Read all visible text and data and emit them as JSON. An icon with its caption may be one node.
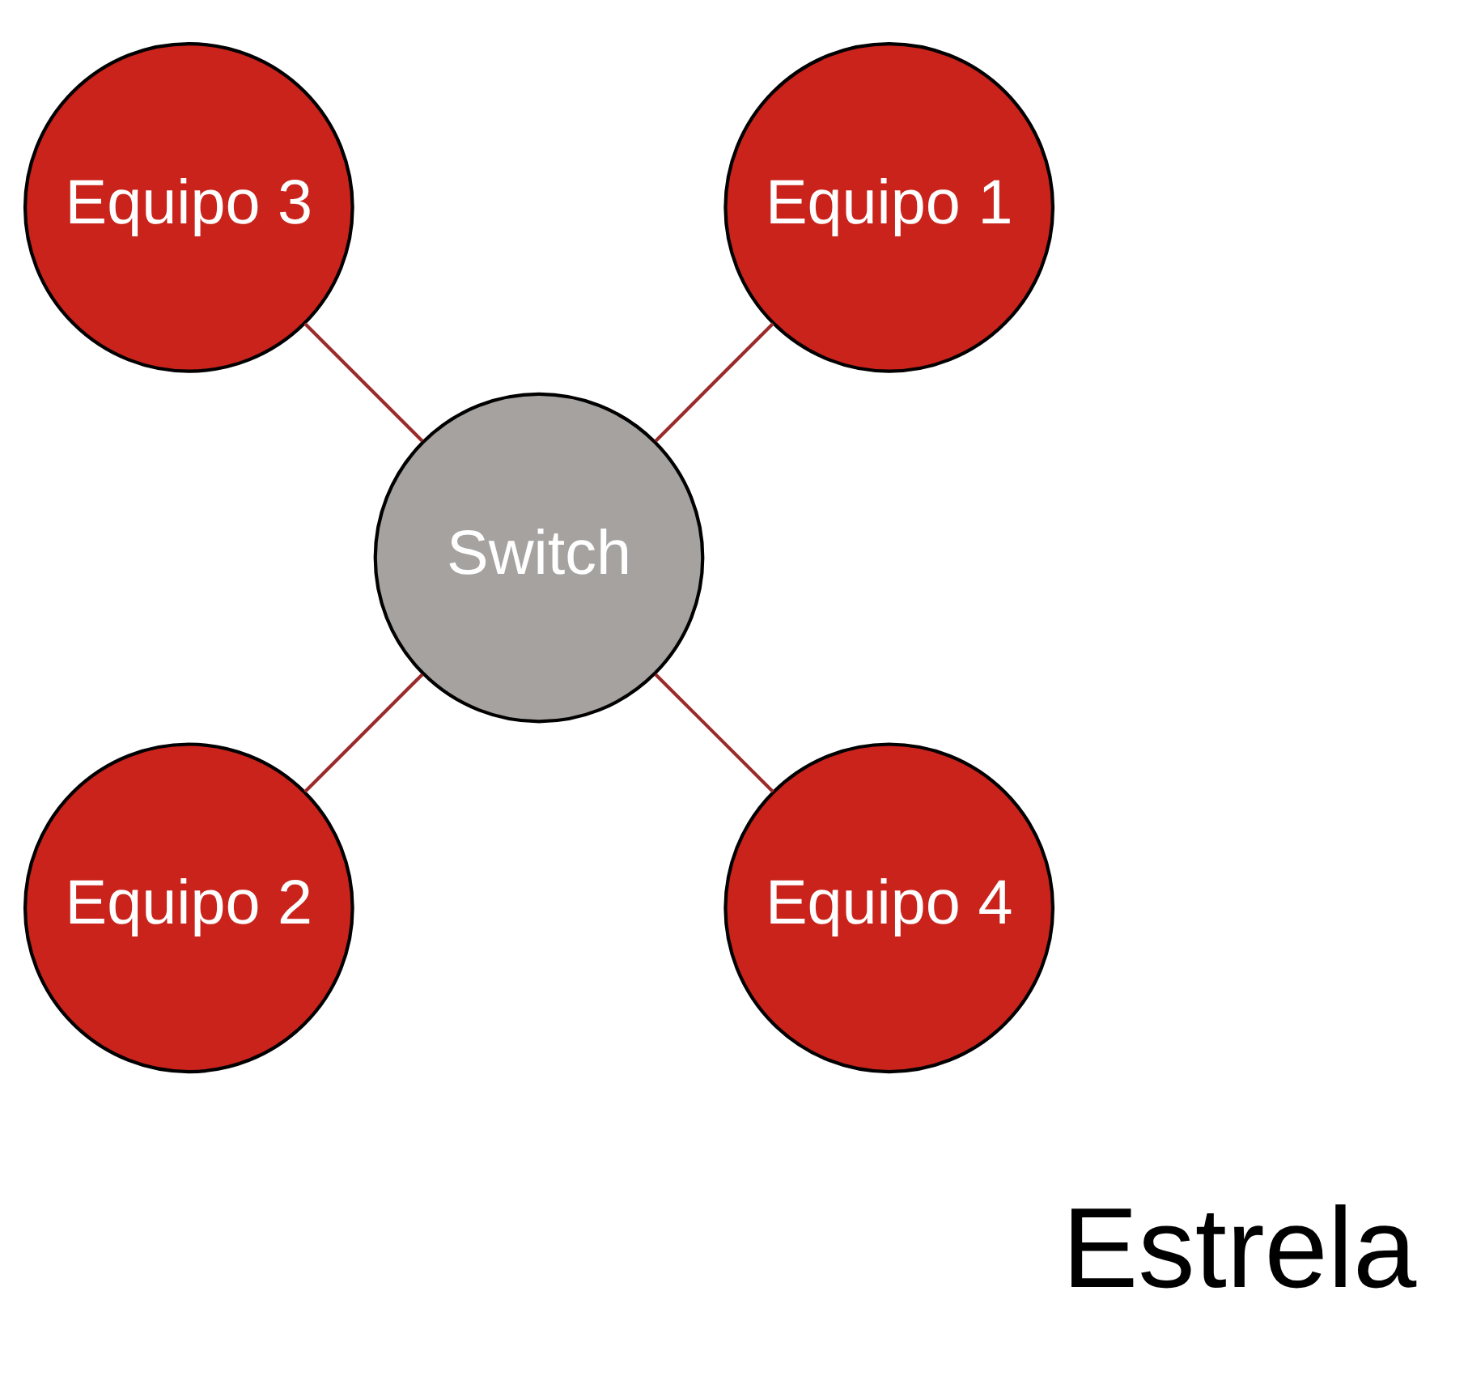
{
  "diagram": {
    "nodes": [
      {
        "text": [
          "Equipo 1"
        ]
      },
      {
        "text": [
          "Equipo 3"
        ]
      },
      {
        "text": [
          "Switch"
        ]
      },
      {
        "text": [
          "Equipo 2"
        ]
      },
      {
        "text": [
          "Equipo 4"
        ]
      }
    ],
    "edges": [
      {
        "from": 2,
        "to": 0,
        "arrow": "none"
      },
      {
        "from": 2,
        "to": 3,
        "arrow": "none"
      },
      {
        "from": 2,
        "to": 1,
        "arrow": "none"
      },
      {
        "from": 2,
        "to": 4,
        "arrow": "none"
      }
    ],
    "labels": [
      "Estrela"
    ]
  }
}
